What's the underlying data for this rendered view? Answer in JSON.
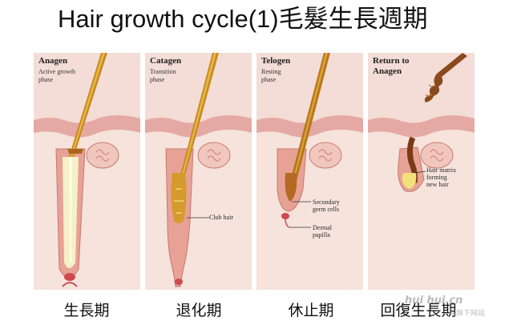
{
  "title": "Hair growth cycle(1)毛髮生長週期",
  "colors": {
    "skin_bg": "#f3ddd6",
    "epidermis": "#e5a9a3",
    "hair": "#c98a1e",
    "hair_light": "#e4b848",
    "follicle": "#e7a295",
    "papilla": "#cf4a50"
  },
  "panels": [
    {
      "label": "Anagen",
      "sublabel": "Active growth\nphase",
      "caption": "生長期"
    },
    {
      "label": "Catagen",
      "sublabel": "Transition\nphase",
      "caption": "退化期",
      "callout": "Club hair"
    },
    {
      "label": "Telogen",
      "sublabel": "Resting\nphase",
      "caption": "休止期",
      "callouts": [
        "Secondary\ngerm cells",
        "Dermal\npapilla"
      ]
    },
    {
      "label": "Return to\nAnagen",
      "caption": "回復生長期",
      "callout": "Hair matrix\nforming\nnew hair"
    }
  ],
  "watermark": {
    "main": "hui hui.cn",
    "sub": "易旗下网站"
  }
}
